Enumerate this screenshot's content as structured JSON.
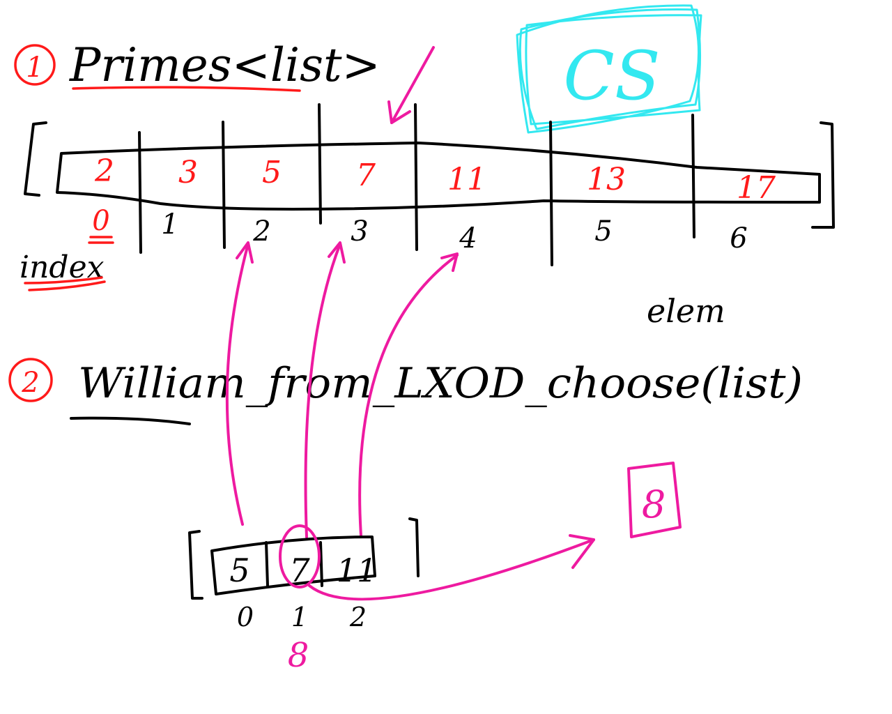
{
  "colors": {
    "ink": "#000000",
    "red": "#ff1a1a",
    "magenta": "#ee1aa0",
    "cyan": "#33e8f0",
    "background": "#ffffff"
  },
  "section1": {
    "number": "1",
    "title": "Primes<list>"
  },
  "badge": {
    "text": "CS"
  },
  "main_list": {
    "values": [
      "2",
      "3",
      "5",
      "7",
      "11",
      "13",
      "17"
    ],
    "indices": [
      "0",
      "1",
      "2",
      "3",
      "4",
      "5",
      "6"
    ]
  },
  "index_label": "index",
  "section2": {
    "number": "2",
    "code": "William_from_LXOD_choose(list)",
    "above_label": "elem"
  },
  "sub_list": {
    "values": [
      "5",
      "7",
      "11"
    ],
    "indices": [
      "0",
      "1",
      "2"
    ],
    "selected_label": "8"
  },
  "result_box": {
    "text": "8"
  }
}
